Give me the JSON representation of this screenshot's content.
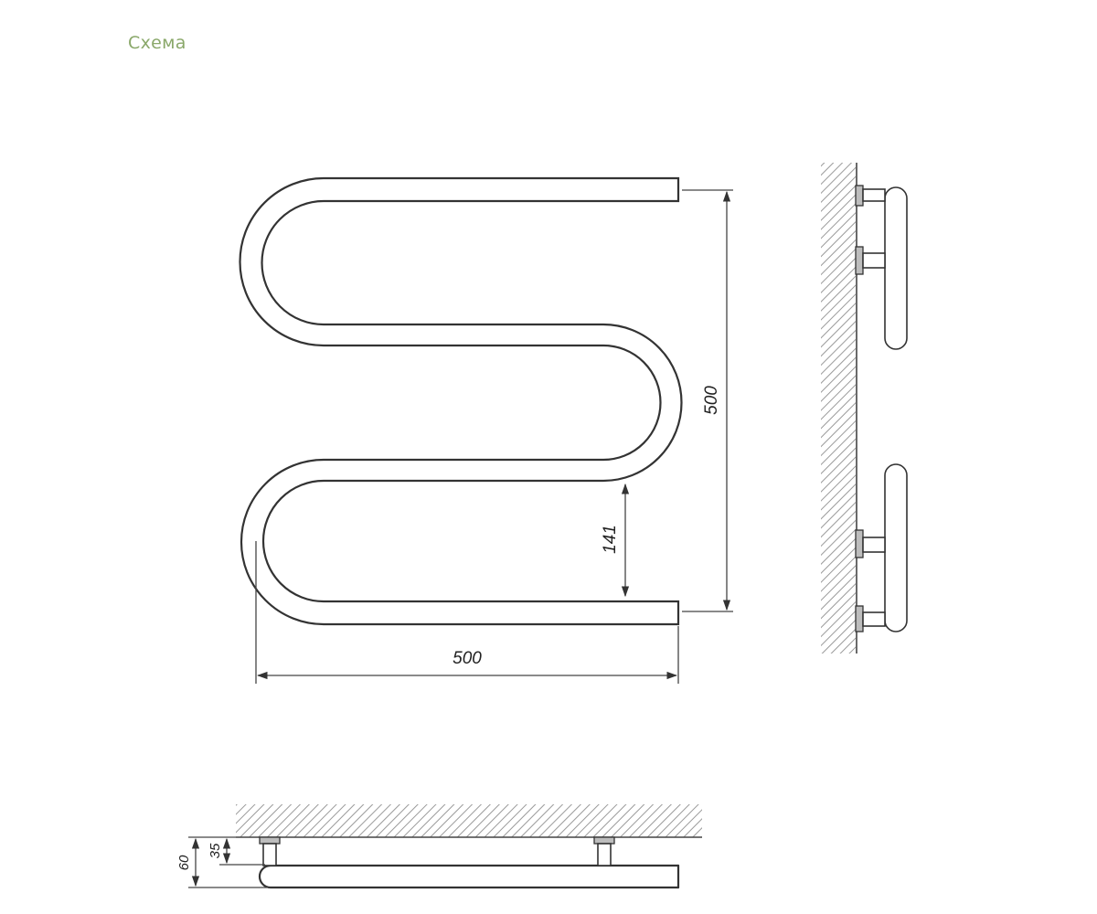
{
  "title": "Схема",
  "colors": {
    "title": "#8aa86a",
    "line": "#333333",
    "hatch": "#9a9a9a"
  },
  "front_view": {
    "width_label": "500",
    "height_label": "500",
    "spacing_label": "141"
  },
  "bottom_view": {
    "depth_label": "60",
    "bracket_label": "35"
  }
}
